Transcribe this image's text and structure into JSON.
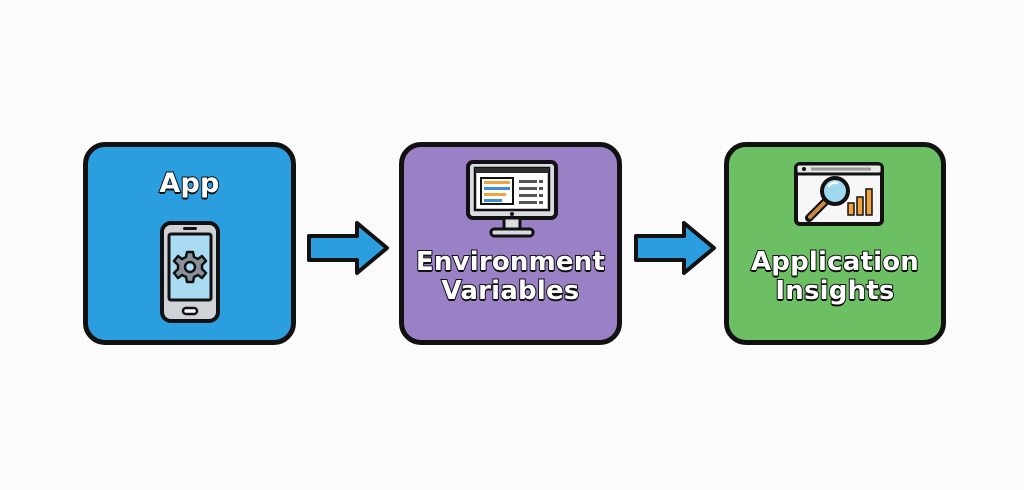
{
  "nodes": [
    {
      "id": "app",
      "line1": "App",
      "line2": "",
      "icon": "smartphone-settings-icon",
      "color": "#2b9ee0"
    },
    {
      "id": "env",
      "line1": "Environment",
      "line2": "Variables",
      "icon": "monitor-icon",
      "color": "#9a80c4"
    },
    {
      "id": "ai",
      "line1": "Application",
      "line2": "Insights",
      "icon": "browser-analytics-icon",
      "color": "#6cc063"
    }
  ],
  "edges": [
    {
      "from": "app",
      "to": "env"
    },
    {
      "from": "env",
      "to": "ai"
    }
  ],
  "colors": {
    "outline": "#111111",
    "arrow": "#2b9ee0",
    "background": "#fbfbfb"
  }
}
